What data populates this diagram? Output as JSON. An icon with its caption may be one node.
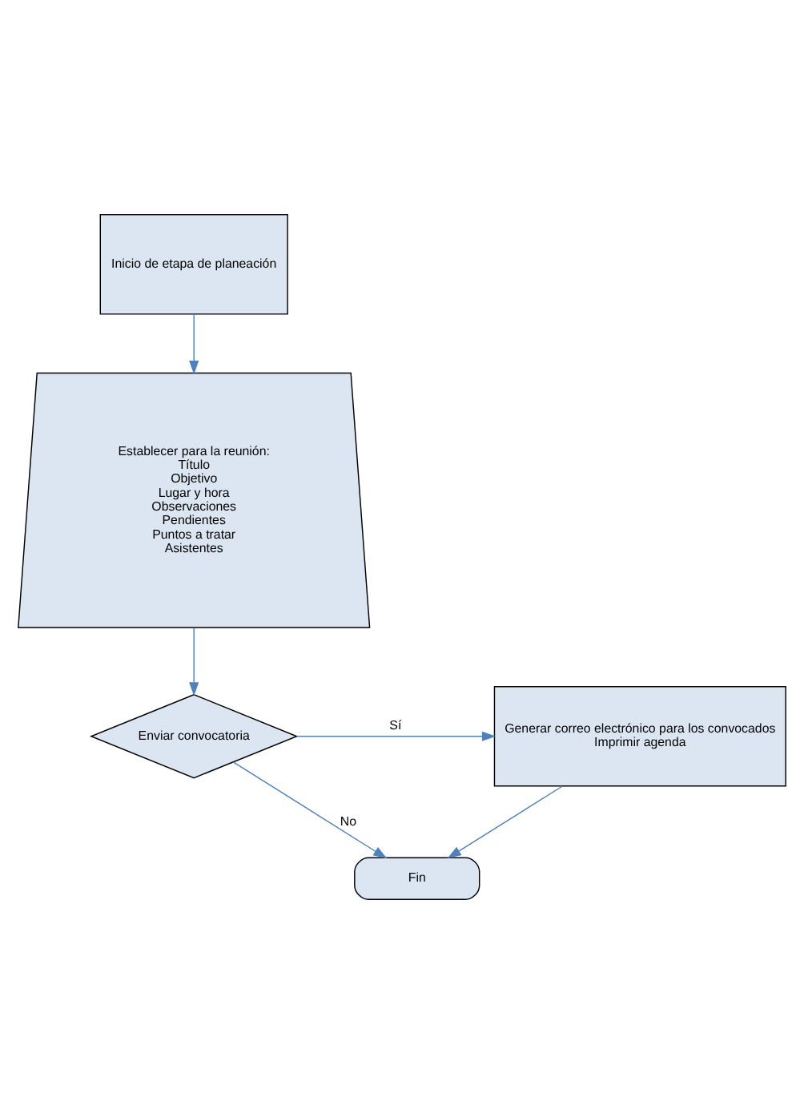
{
  "diagram": {
    "nodes": [
      {
        "text": [
          "Inicio de etapa de planeación"
        ]
      },
      {
        "text": [
          "Establecer para la reunión:",
          "Título",
          "Objetivo",
          "Lugar y hora",
          "Observaciones",
          "Pendientes",
          "Puntos a tratar",
          "Asistentes"
        ]
      },
      {
        "text": [
          "Enviar convocatoria"
        ]
      },
      {
        "text": [
          "Generar correo electrónico para los convocados",
          "Imprimir agenda"
        ]
      },
      {
        "text": [
          "Fin"
        ]
      }
    ],
    "edges": [
      {
        "from": 0,
        "to": 1,
        "arrow": "to"
      },
      {
        "from": 1,
        "to": 2,
        "arrow": "to"
      },
      {
        "from": 2,
        "to": 3,
        "arrow": "to",
        "label": "Sí"
      },
      {
        "from": 2,
        "to": 4,
        "arrow": "to",
        "label": "No"
      },
      {
        "from": 3,
        "to": 4,
        "arrow": "to"
      }
    ]
  }
}
